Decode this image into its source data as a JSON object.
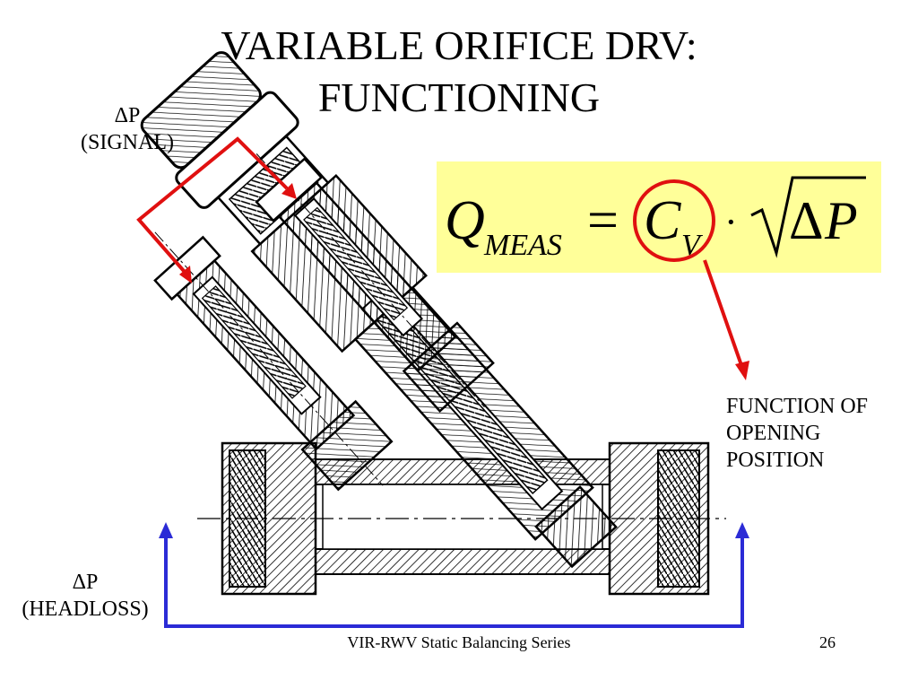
{
  "slide": {
    "title_line1": "VARIABLE ORIFICE DRV:",
    "title_line2": "FUNCTIONING",
    "footer": "VIR-RWV Static Balancing Series",
    "page_number": "26"
  },
  "labels": {
    "signal_line1": "ΔP",
    "signal_line2": "(SIGNAL)",
    "headloss_line1": "ΔP",
    "headloss_line2": "(HEADLOSS)",
    "function_line1": "FUNCTION OF",
    "function_line2": "OPENING",
    "function_line3": "POSITION"
  },
  "formula": {
    "q": "Q",
    "q_sub": "MEAS",
    "eq": "=",
    "c": "C",
    "c_sub": "V",
    "dot": "·",
    "delta": "Δ",
    "p": "P"
  },
  "colors": {
    "signal_arrow": "#e01010",
    "headloss_arrow": "#2b2bd6",
    "formula_bg": "#ffff99",
    "highlight_circle": "#e01010"
  },
  "icons": [
    "valve-cross-section-drawing"
  ]
}
